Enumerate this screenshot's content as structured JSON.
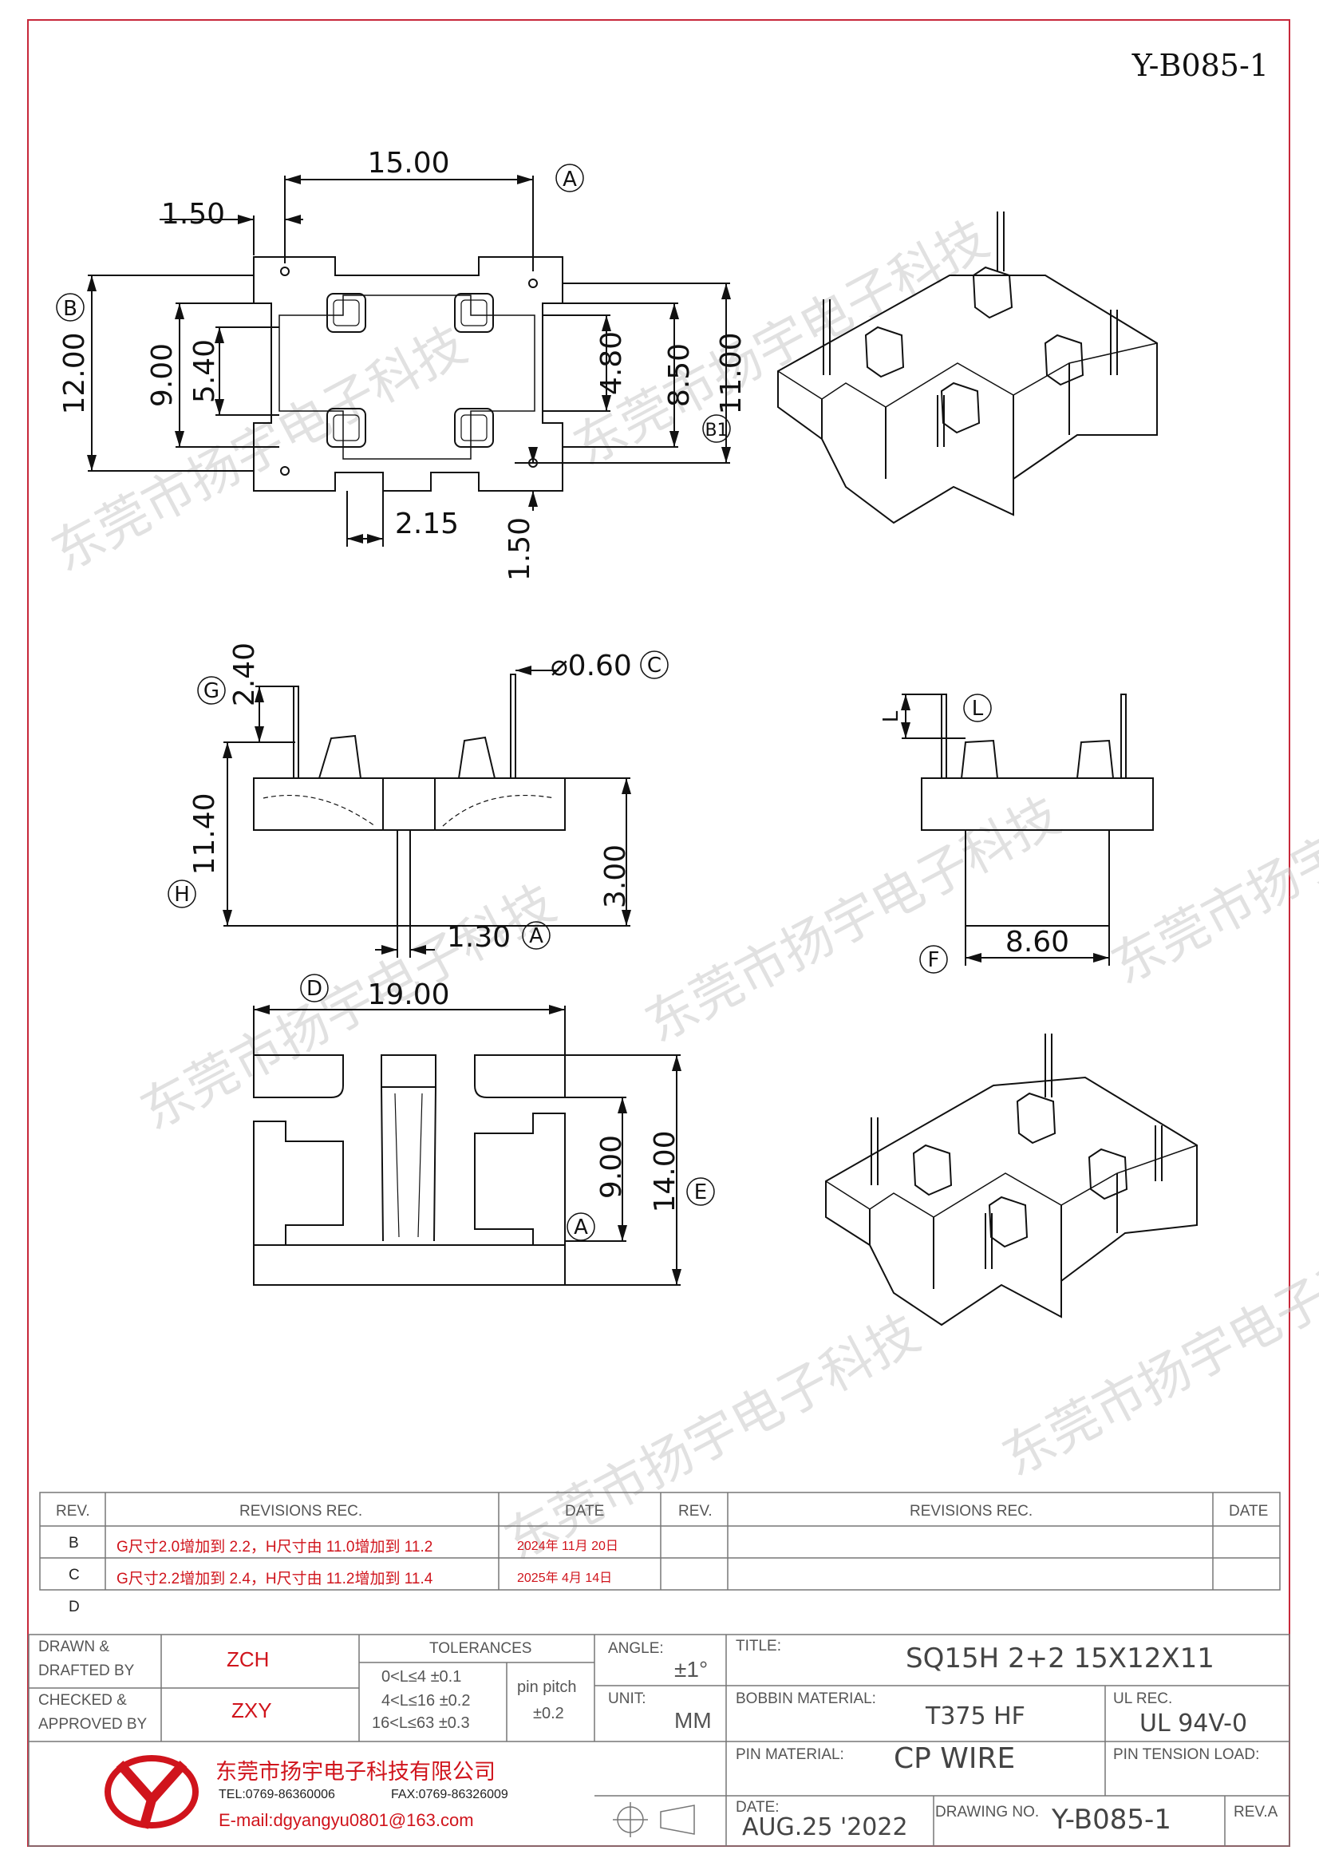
{
  "drawing_id": "Y-B085-1",
  "top_view": {
    "dim_width": "15.00",
    "dim_edge": "1.50",
    "datum_a": "A",
    "datum_b": "B",
    "datum_b1": "B1",
    "dim_height_12": "12.00",
    "dim_9": "9.00",
    "dim_5_4": "5.40",
    "dim_4_8": "4.80",
    "dim_8_5": "8.50",
    "dim_11": "11.00",
    "dim_2_15": "2.15",
    "dim_1_5_b": "1.50"
  },
  "front_view": {
    "dim_pin_dia": "⌀0.60",
    "datum_c": "C",
    "datum_g": "G",
    "dim_2_4": "2.40",
    "datum_h": "H",
    "dim_11_4": "11.40",
    "dim_3": "3.00",
    "dim_1_3": "1.30",
    "datum_a2": "A"
  },
  "side_view": {
    "dim_l": "L",
    "datum_l": "L",
    "datum_f": "F",
    "dim_8_6": "8.60"
  },
  "bottom_view": {
    "datum_d": "D",
    "dim_19": "19.00",
    "dim_9": "9.00",
    "dim_14": "14.00",
    "datum_e": "E",
    "datum_a3": "A"
  },
  "watermark": "东莞市扬宇电子科技",
  "revisions": {
    "header_rev": "REV.",
    "header_rec": "REVISIONS   REC.",
    "header_date": "DATE",
    "rows": [
      {
        "rev": "B",
        "rec": "G尺寸2.0增加到 2.2，H尺寸由 11.0增加到 11.2",
        "date": "2024年 11月 20日"
      },
      {
        "rev": "C",
        "rec": "G尺寸2.2增加到 2.4，H尺寸由 11.2增加到 11.4",
        "date": "2025年 4月 14日"
      },
      {
        "rev": "D",
        "rec": "",
        "date": ""
      }
    ]
  },
  "title_block": {
    "drawn_label": "DRAWN &",
    "drafted_label": "DRAFTED BY",
    "checked_label": "CHECKED &",
    "approved_label": "APPROVED BY",
    "drawn_value": "ZCH",
    "checked_value": "ZXY",
    "tolerances_label": "TOLERANCES",
    "tol_1": "0<L≤4   ±0.1",
    "tol_2": "4<L≤16   ±0.2",
    "tol_3": "16<L≤63   ±0.3",
    "pin_pitch_label": "pin  pitch",
    "pin_pitch_value": "±0.2",
    "angle_label": "ANGLE:",
    "angle_value": "±1°",
    "unit_label": "UNIT:",
    "unit_value": "MM",
    "title_label": "TITLE:",
    "title_value": "SQ15H  2+2  15X12X11",
    "bobbin_label": "BOBBIN  MATERIAL:",
    "bobbin_value": "T375  HF",
    "ul_label": "UL  REC.",
    "ul_value": "UL  94V-0",
    "pin_material_label": "PIN  MATERIAL:",
    "pin_material_value": "CP  WIRE",
    "pin_tension_label": "PIN  TENSION  LOAD:",
    "date_label": "DATE:",
    "date_value": "AUG.25  '2022",
    "drawing_no_label": "DRAWING  NO.",
    "drawing_no_value": "Y-B085-1",
    "rev_label": "REV.A",
    "company_name": "东莞市扬宇电子科技有限公司",
    "tel": "TEL:0769-86360006",
    "fax": "FAX:0769-86326009",
    "email": "E-mail:dgyangyu0801@163.com"
  },
  "colors": {
    "frame": "#c7283a",
    "revision_text": "#d0141c",
    "logo": "#d0141c"
  }
}
